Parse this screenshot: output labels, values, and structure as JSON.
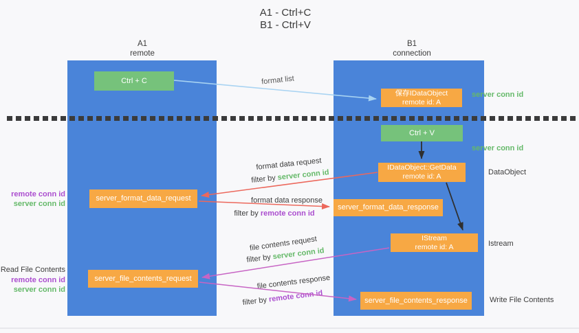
{
  "page": {
    "title_line1": "A1 - Ctrl+C",
    "title_line2": "B1 - Ctrl+V"
  },
  "columns": {
    "a1": {
      "title": "A1",
      "subtitle": "remote"
    },
    "b1": {
      "title": "B1",
      "subtitle": "connection"
    }
  },
  "nodes": {
    "ctrl_c": "Ctrl + C",
    "ctrl_v": "Ctrl + V",
    "save_idataobject": {
      "line1": "保存IDataObject",
      "line2": "remote id: A"
    },
    "getdata": {
      "line1": "IDataObject::GetData",
      "line2": "remote id: A"
    },
    "istream": {
      "line1": "IStream",
      "line2": "remote id: A"
    },
    "server_format_data_request": "server_format_data_request",
    "server_format_data_response": "server_format_data_response",
    "server_file_contents_request": "server_file_contents_request",
    "server_file_contents_response": "server_file_contents_response"
  },
  "flow_labels": {
    "format_list": "format list",
    "format_data_request": "format data request",
    "format_data_response": "format data response",
    "file_contents_request": "file contents request",
    "file_contents_response": "file contents response",
    "filter_by": "filter by",
    "server_conn_id": "server conn id",
    "remote_conn_id": "remote conn id"
  },
  "side_labels": {
    "server_conn_id_top": "server conn id",
    "server_conn_id_mid": "server conn id",
    "data_object": "DataObject",
    "istream": "Istream",
    "write_file_contents": "Write File Contents",
    "read_file_contents": "Read File Contents",
    "remote_conn_id_format": "remote conn id",
    "server_conn_id_format": "server conn id",
    "remote_conn_id_file": "remote conn id",
    "server_conn_id_file": "server conn id"
  },
  "arrows": [
    {
      "name": "format-list-arrow",
      "from": "ctrl-c",
      "to": "save-idataobject",
      "color_key": "arrow_lightblue"
    },
    {
      "name": "ctrlv-to-getdata-arrow",
      "from": "ctrl-v",
      "to": "idataobject-getdata",
      "color_key": "arrow_black"
    },
    {
      "name": "format-data-request-arrow",
      "from": "idataobject-getdata",
      "to": "server_format_data_request",
      "color_key": "arrow_red"
    },
    {
      "name": "format-data-response-arrow",
      "from": "server_format_data_request",
      "to": "server_format_data_response",
      "color_key": "arrow_red"
    },
    {
      "name": "getdata-to-istream-arrow",
      "from": "idataobject-getdata",
      "to": "istream",
      "color_key": "arrow_black"
    },
    {
      "name": "file-contents-request-arrow",
      "from": "istream",
      "to": "server_file_contents_request",
      "color_key": "arrow_magenta"
    },
    {
      "name": "file-contents-response-arrow",
      "from": "server_file_contents_request",
      "to": "server_file_contents_response",
      "color_key": "arrow_magenta"
    }
  ],
  "colors": {
    "background": "#f8f8fa",
    "column_blue": "#4a84d9",
    "node_orange": "#f7a844",
    "node_green": "#76c27b",
    "arrow_lightblue": "#a8d3f2",
    "arrow_red": "#ec685c",
    "arrow_magenta": "#c764c4",
    "arrow_black": "#2f2f2f",
    "text_green": "#65b969",
    "text_purple": "#ab4ecf",
    "text_dark": "#3c3c3c",
    "dash": "#3b3b3b"
  }
}
